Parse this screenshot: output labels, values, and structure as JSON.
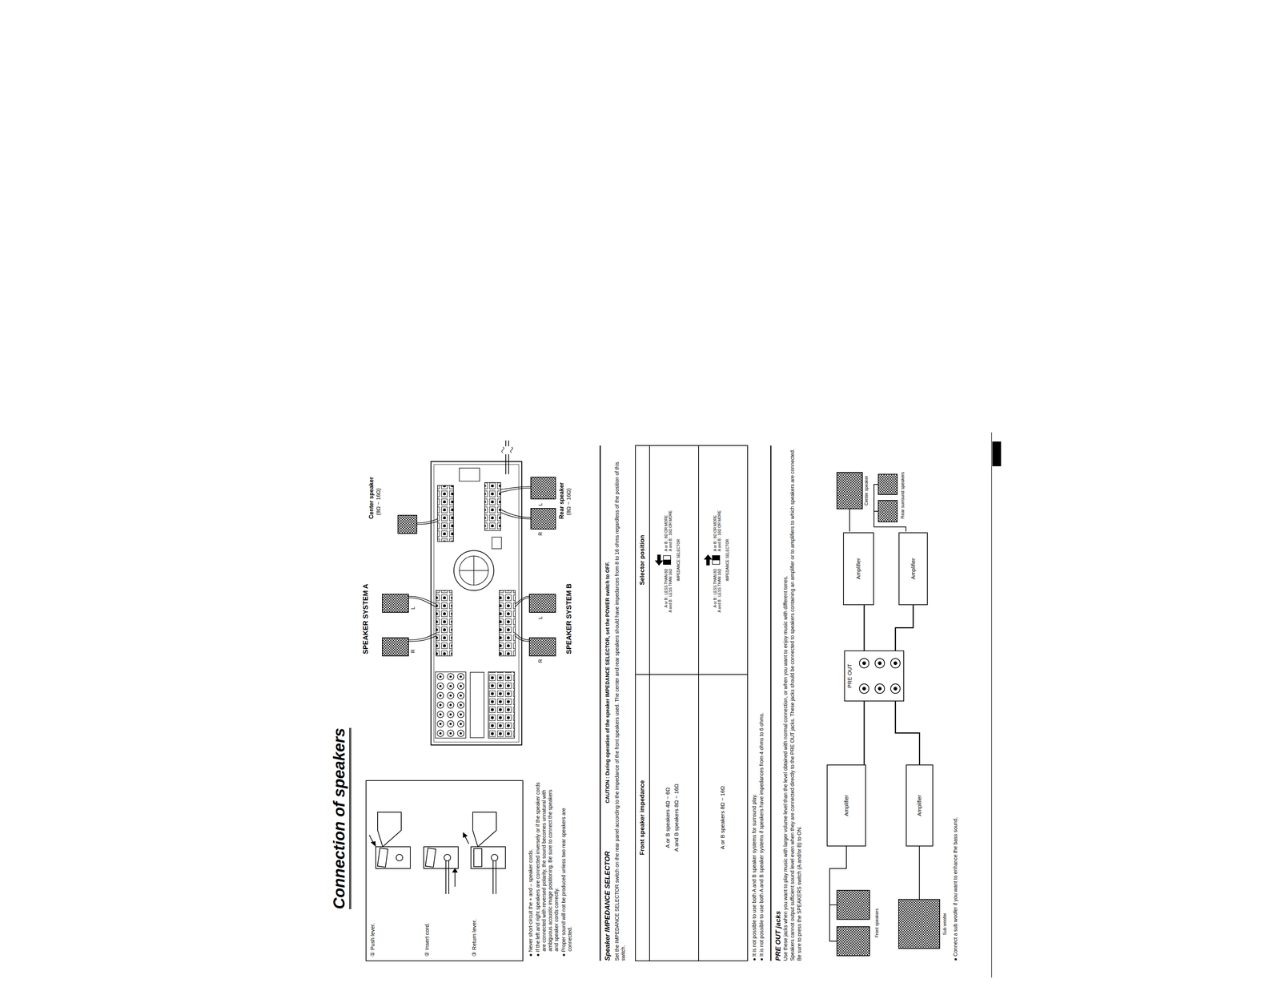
{
  "diagram": {
    "title": "Connection of speakers",
    "nodes": [
      {
        "text": [
          "Amplifier"
        ]
      },
      {
        "text": [
          "Amplifier"
        ]
      },
      {
        "text": [
          "PRE OUT"
        ]
      },
      {
        "text": [
          "Amplifier"
        ]
      },
      {
        "text": [
          "Amplifier"
        ]
      }
    ],
    "edges": [
      {
        "from": 2,
        "to": 0,
        "arrow": "none"
      },
      {
        "from": 2,
        "to": 1,
        "arrow": "none"
      },
      {
        "from": 2,
        "to": 3,
        "arrow": "none"
      },
      {
        "from": 2,
        "to": 4,
        "arrow": "none"
      }
    ],
    "labels": [
      "① Push lever.",
      "② Insert cord.",
      "③ Return lever.",
      "● Never short-circuit the + and – speaker cords.",
      "● If the left and right speakers are connected inversely or if the speaker cords are connected with reversed polarity, the sound becomes unnatural with ambiguous acoustic image positioning. Be sure to connect the speakers and speaker cords correctly.",
      "● Proper sound will not be produced unless two rear speakers are connected.",
      "SPEAKER SYSTEM A",
      "Center speaker",
      "(8Ω ~ 16Ω)",
      "R",
      "L",
      "R",
      "L",
      "SPEAKER SYSTEM B",
      "R",
      "L",
      "Rear speaker",
      "(8Ω ~ 16Ω)",
      "Speaker IMPEDANCE SELECTOR",
      "CAUTION : During operation of the speaker IMPEDANCE SELECTOR, set the POWER switch to OFF.",
      "Set the IMPEDANCE SELECTOR switch on the rear panel according to the impedance of the front speakers used. The center and rear speakers should have impedances from 8 to 16 ohms regardless of the position of this switch.",
      "Front speaker impedance",
      "Selector position",
      "A or B speakers 4Ω ~ 6Ω",
      "A and B speakers 8Ω ~ 16Ω",
      "A or B : LESS THAN 8Ω",
      "A and B : LESS THAN 16Ω",
      "A or B : 8Ω OR MORE",
      "A and B : 16Ω OR MORE",
      "IMPEDANCE SELECTOR",
      "A or B speakers 8Ω ~ 16Ω",
      "A or B : LESS THAN 8Ω",
      "A and B : LESS THAN 16Ω",
      "A or B : 8Ω OR MORE",
      "A and B : 16Ω OR MORE",
      "IMPEDANCE SELECTOR",
      "● It is not possible to use both A and B speaker systems for surround play.",
      "● It is not possible to use both A and B speaker systems if speakers have impedances from 4 ohms to 6 ohms.",
      "PRE OUT jacks",
      "Use these jacks when you want to play music with larger volume level than the level obtained with normal connection, or when you want to enjoy music with different tones.",
      "Speakers cannot output sufficient sound level even when they are connected directly to the PRE OUT jacks. These jacks should be connected to speakers containing an amplifier or to amplifiers to which speakers are connected.",
      "Be sure to press the SPEAKERS switch (A and/or B) to ON.",
      "Front speakers",
      "Sub woofer",
      "Center speaker",
      "Rear surround speakers",
      "● Connect a sub woofer if you want to enhance the bass sound."
    ]
  }
}
